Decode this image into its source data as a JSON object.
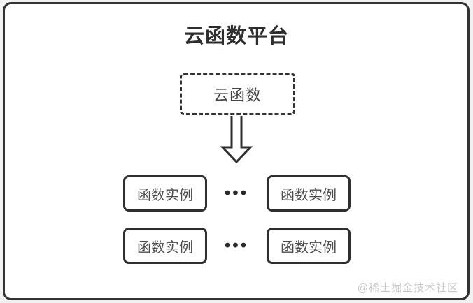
{
  "page": {
    "title": "云函数平台",
    "watermark": "@稀土掘金技术社区"
  },
  "diagram": {
    "root_box": {
      "label": "云函数",
      "border_style": "dashed"
    },
    "arrow": {
      "name": "down-arrow",
      "direction": "down",
      "style": "hollow-outline"
    },
    "rows": [
      {
        "left_box": "函数实例",
        "ellipsis": "•••",
        "right_box": "函数实例"
      },
      {
        "left_box": "函数实例",
        "ellipsis": "•••",
        "right_box": "函数实例"
      }
    ],
    "colors": {
      "frame_border": "#333333",
      "title_text": "#2e2e2e",
      "box_border": "#2f2f2f",
      "box_text": "#4c4c4c",
      "canvas_bg": "#ffffff",
      "page_bg": "#f1f1f1",
      "watermark_text": "#c7c7c7"
    }
  }
}
